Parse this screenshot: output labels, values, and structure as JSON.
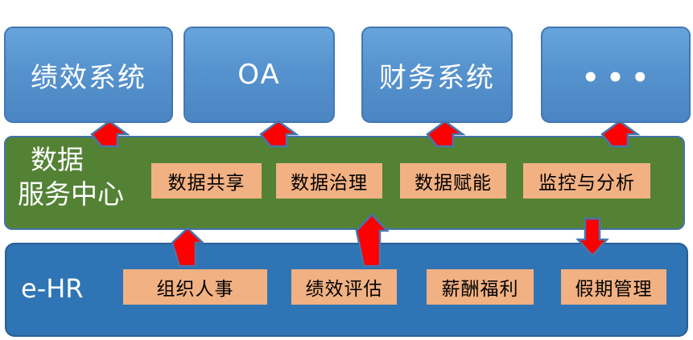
{
  "colors": {
    "arrow_fill": "#FE0000",
    "arrow_stroke": "#4576AE",
    "top_box_fill_top": "#68A4DC",
    "top_box_fill_bottom": "#4B85C3",
    "top_box_border": "#4377B4",
    "green_band_fill": "#548235",
    "green_band_border": "#4173A8",
    "blue_band_fill": "#2F74B4",
    "blue_band_border": "#2A5E94",
    "chip_fill": "#F2B183",
    "text_light": "#ffffff",
    "text_dark": "#000000"
  },
  "top_systems": [
    {
      "label": "绩效系统"
    },
    {
      "label": "OA"
    },
    {
      "label": "财务系统"
    },
    {
      "label": "•••"
    }
  ],
  "data_center": {
    "title_line1": "数据",
    "title_line2": "服务中心",
    "services": [
      {
        "label": "数据共享"
      },
      {
        "label": "数据治理"
      },
      {
        "label": "数据赋能"
      },
      {
        "label": "监控与分析"
      }
    ]
  },
  "ehr": {
    "title": "e-HR",
    "modules": [
      {
        "label": "组织人事"
      },
      {
        "label": "绩效评估"
      },
      {
        "label": "薪酬福利"
      },
      {
        "label": "假期管理"
      }
    ]
  }
}
